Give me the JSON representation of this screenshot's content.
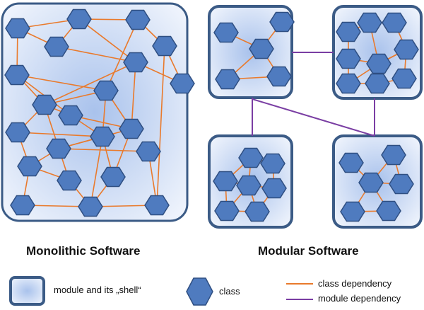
{
  "titles": {
    "monolithic": "Monolithic Software",
    "modular": "Modular Software"
  },
  "legend": {
    "module": "module and its „shell“",
    "class": "class",
    "class_dependency": "class dependency",
    "module_dependency": "module dependency"
  },
  "colors": {
    "module_border": "#3b5b86",
    "module_fill_center": "#a9c2ec",
    "module_fill_edge": "#e9f0fb",
    "class_fill": "#4f7bbf",
    "class_border": "#2f4f82",
    "class_dependency": "#e97a2c",
    "module_dependency": "#7a3ea3"
  }
}
